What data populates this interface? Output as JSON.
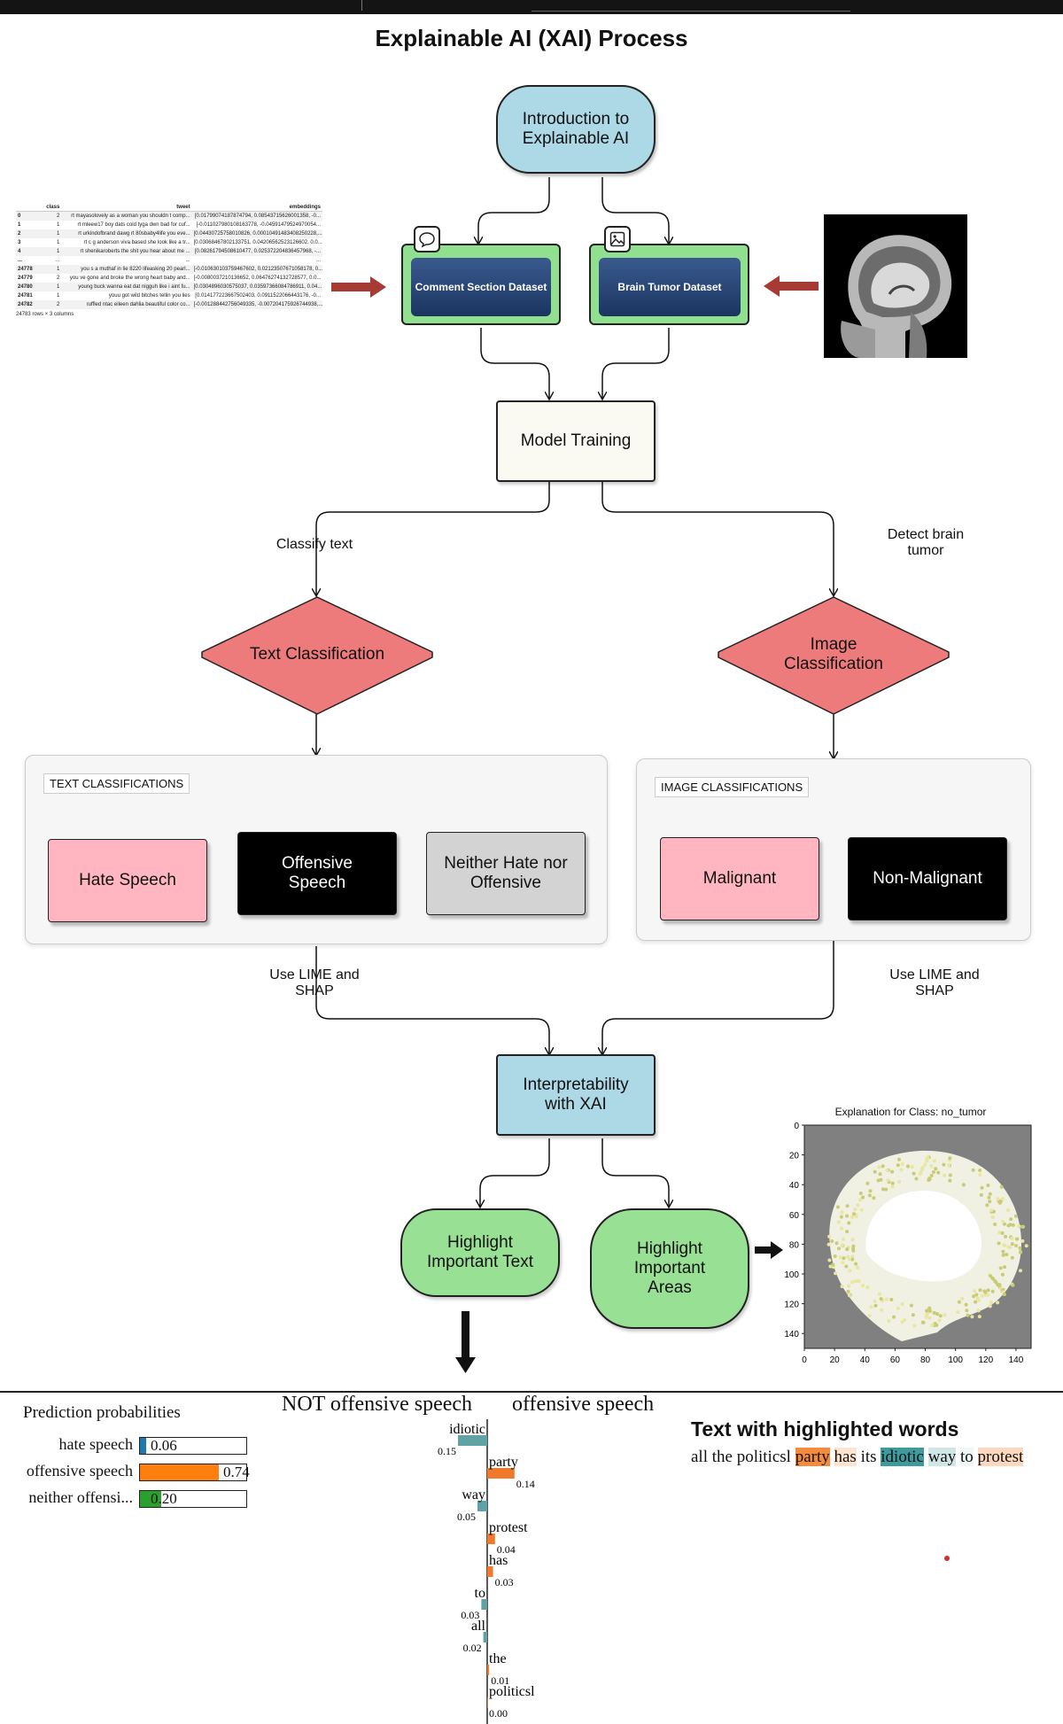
{
  "title": "Explainable AI (XAI) Process",
  "nodes": {
    "intro": "Introduction to Explainable AI",
    "comment_dataset": "Comment Section Dataset",
    "brain_dataset": "Brain Tumor Dataset",
    "model_training": "Model Training",
    "text_classification": "Text Classification",
    "image_classification": "Image Classification",
    "interpretability": "Interpretability with XAI",
    "highlight_text": "Highlight Important Text",
    "highlight_areas": "Highlight Important Areas"
  },
  "edge_labels": {
    "classify_text": "Classify text",
    "detect_tumor": "Detect brain tumor",
    "lime_left": "Use LIME and SHAP",
    "lime_right": "Use LIME and SHAP"
  },
  "text_panel": {
    "tag": "TEXT CLASSIFICATIONS",
    "items": [
      "Hate Speech",
      "Offensive Speech",
      "Neither Hate nor Offensive"
    ]
  },
  "image_panel": {
    "tag": "IMAGE CLASSIFICATIONS",
    "items": [
      "Malignant",
      "Non-Malignant"
    ]
  },
  "dataset_table": {
    "headers": [
      "class",
      "tweet",
      "embeddings"
    ],
    "rows": [
      [
        "0",
        "2",
        "rt mayasolovely as a woman you shouldn t comp...",
        "[0.01799074187874794, 0.08543715626001358, -0..."
      ],
      [
        "1",
        "1",
        "rt mleew17 boy dats cold tyga dwn bad for cuf...",
        "[-0.011027980108163778, -0.04591479524970054..."
      ],
      [
        "2",
        "1",
        "rt urkindofbrand dawg rt 80sbaby4life you eve...",
        "[0.04430725758010826, 0.00010491483408250228,..."
      ],
      [
        "3",
        "1",
        "rt c g anderson viva based she look like a tr...",
        "[0.03068467802133751, 0.04206562523126602, 0.0..."
      ],
      [
        "4",
        "1",
        "rt shenikaroberts the shit you hear about me ...",
        "[0.08261794508610477, 0.025372204836457968, -..."
      ],
      [
        "...",
        "...",
        "...",
        "..."
      ],
      [
        "24778",
        "1",
        "you s a muthaf in lie 8220 lifeasking 20 pearl...",
        "[-0.010630103759467602, 0.02123507671058178, 0..."
      ],
      [
        "24779",
        "2",
        "you ve gone and broke the wrong heart baby and...",
        "[-0.0080037210136652, 0.06476274132728577, 0.0..."
      ],
      [
        "24780",
        "1",
        "young buck wanna eat dat nigguh like i aint fu...",
        "[0.0304896030575037, 0.03597366084786911, 0.04..."
      ],
      [
        "24781",
        "1",
        "youu got wild bitches tellin you lies",
        "[0.014177223667502403, 0.0911522066443176, -0..."
      ],
      [
        "24782",
        "2",
        "ruffled ntac eileen dahlia beautiful color co...",
        "[-0.001288442756049335, -0.007204175926744938,..."
      ]
    ],
    "footer": "24783 rows × 3 columns"
  },
  "heatmap": {
    "title": "Explanation for Class: no_tumor",
    "y_ticks": [
      "0",
      "20",
      "40",
      "60",
      "80",
      "100",
      "120",
      "140"
    ],
    "x_ticks": [
      "0",
      "20",
      "40",
      "60",
      "80",
      "100",
      "120",
      "140"
    ]
  },
  "lime": {
    "prob_title": "Prediction probabilities",
    "probs": [
      {
        "label": "hate speech",
        "value": 0.06,
        "text": "0.06",
        "color": "#1f77b4"
      },
      {
        "label": "offensive speech",
        "value": 0.74,
        "text": "0.74",
        "color": "#ff7f0e"
      },
      {
        "label": "neither offensi...",
        "value": 0.2,
        "text": "0.20",
        "color": "#2ca02c"
      }
    ],
    "not_label": "NOT offensive speech",
    "yes_label": "offensive speech",
    "features": [
      {
        "word": "idiotic",
        "value": -0.15,
        "text": "0.15"
      },
      {
        "word": "party",
        "value": 0.14,
        "text": "0.14"
      },
      {
        "word": "way",
        "value": -0.05,
        "text": "0.05"
      },
      {
        "word": "protest",
        "value": 0.04,
        "text": "0.04"
      },
      {
        "word": "has",
        "value": 0.03,
        "text": "0.03"
      },
      {
        "word": "to",
        "value": -0.03,
        "text": "0.03"
      },
      {
        "word": "all",
        "value": -0.02,
        "text": "0.02"
      },
      {
        "word": "the",
        "value": 0.01,
        "text": "0.01"
      },
      {
        "word": "politicsl",
        "value": 0.0,
        "text": "0.00"
      }
    ],
    "text_title": "Text with highlighted words",
    "sentence": [
      {
        "w": "all",
        "bg": ""
      },
      {
        "w": "the",
        "bg": ""
      },
      {
        "w": "politicsl",
        "bg": ""
      },
      {
        "w": "party",
        "bg": "#f58b3c"
      },
      {
        "w": "has",
        "bg": "#fde4d0"
      },
      {
        "w": "its",
        "bg": ""
      },
      {
        "w": "idiotic",
        "bg": "#3f9a9e"
      },
      {
        "w": "way",
        "bg": "#cfe5e6"
      },
      {
        "w": "to",
        "bg": "#eef6f6"
      },
      {
        "w": "protest",
        "bg": "#fbd8bf"
      }
    ],
    "colors": {
      "not": "#5fa3a4",
      "yes": "#f07a2a"
    }
  }
}
